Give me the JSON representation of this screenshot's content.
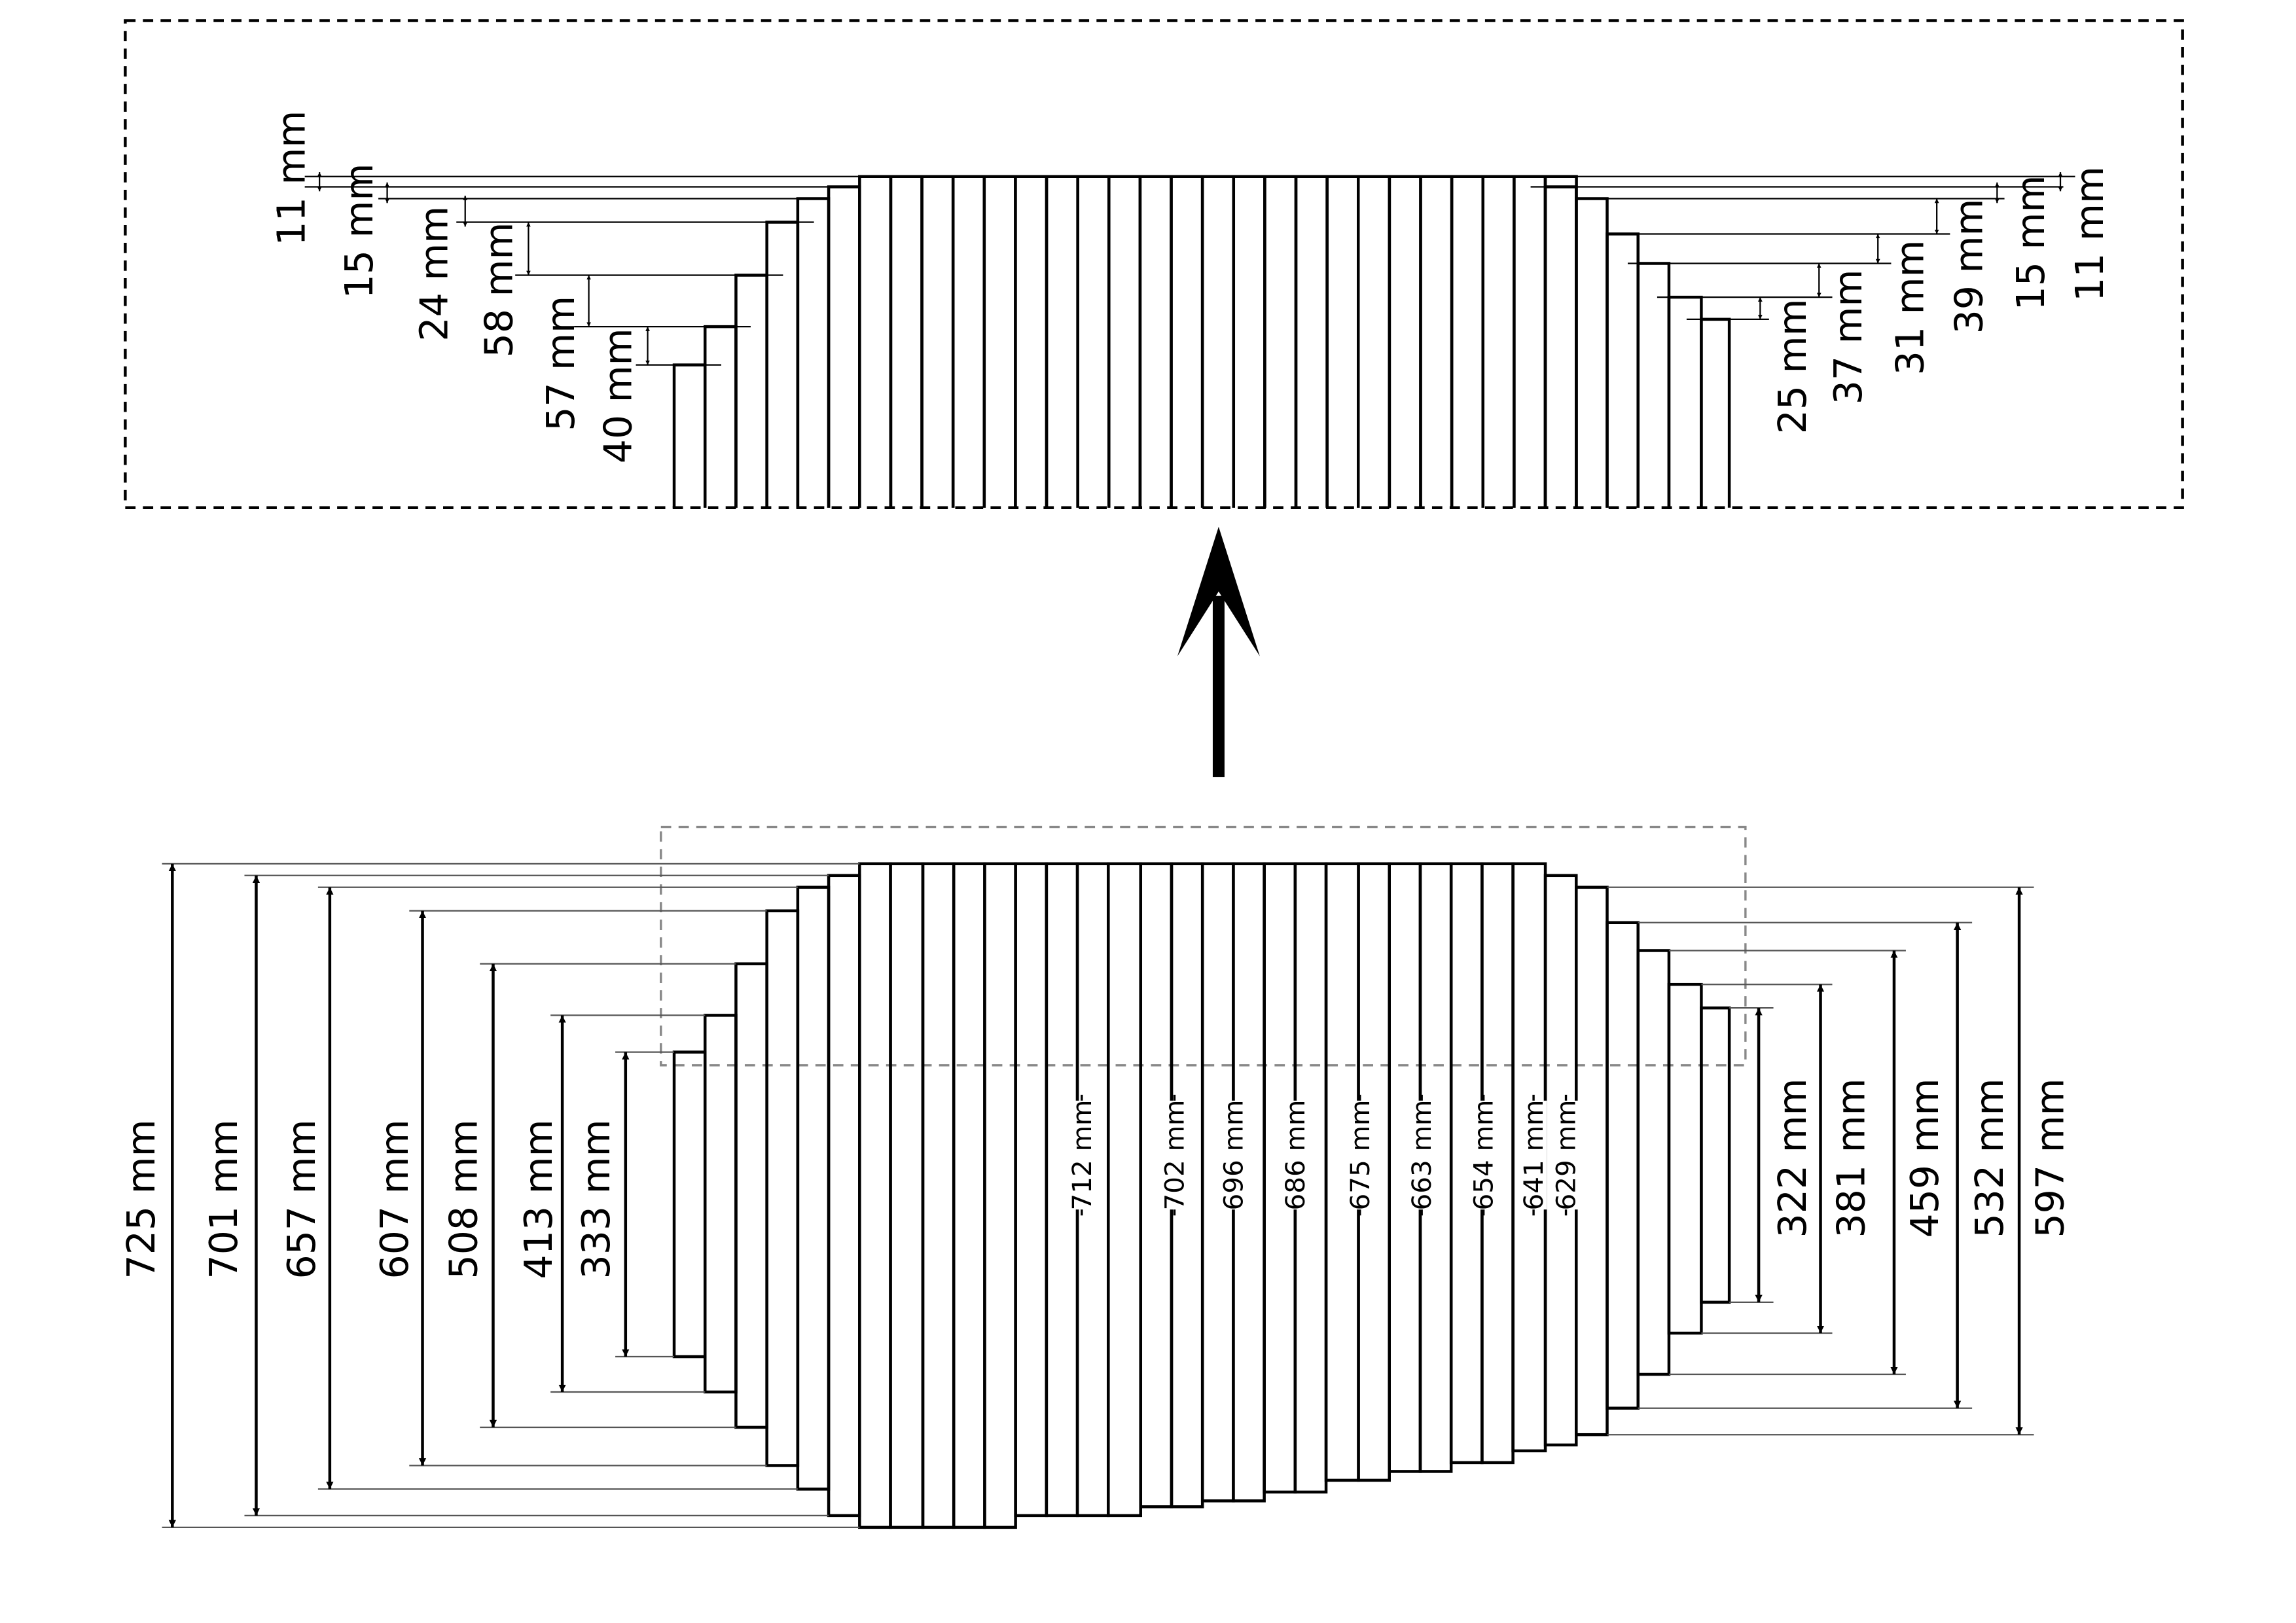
{
  "colors": {
    "ink": "#000000",
    "guide": "#888888",
    "background": "#ffffff"
  },
  "bottom": {
    "left_dims": [
      "725 mm",
      "701 mm",
      "657 mm",
      "607 mm",
      "508 mm",
      "413 mm",
      "333 mm"
    ],
    "right_dims": [
      "322 mm",
      "381 mm",
      "459 mm",
      "532 mm",
      "597 mm"
    ],
    "inner_dims": [
      "712 mm",
      "702 mm",
      "696 mm",
      "686 mm",
      "675 mm",
      "663 mm",
      "654 mm",
      "641 mm",
      "629 mm"
    ]
  },
  "top": {
    "left_dims": [
      "11 mm",
      "15 mm",
      "24 mm",
      "58 mm",
      "57 mm",
      "40 mm"
    ],
    "right_dims": [
      "25 mm",
      "37 mm",
      "31 mm",
      "39 mm",
      "15 mm",
      "11 mm"
    ]
  },
  "arrow": {
    "icon": "arrow-up-icon"
  }
}
